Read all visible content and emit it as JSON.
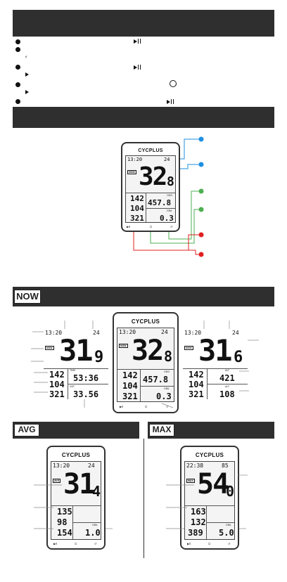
{
  "brand": "CYCPLUS",
  "modes": {
    "now": "NOW",
    "avg": "AVG",
    "max": "MAX"
  },
  "colors": {
    "bar": "#2f2f2f",
    "blue": "#1e8fe0",
    "green": "#4caf50",
    "red": "#e02020"
  },
  "main_device": {
    "time": "13:20",
    "battery": "24",
    "speed_int": "32",
    "speed_dec": "8",
    "hr": "142",
    "cad": "104",
    "pwr": "321",
    "odo_label": "ODO",
    "odo": "457.8",
    "gra_label": "GRA",
    "gra": "0.3",
    "mode": "NOW"
  },
  "now_left": {
    "time": "13:20",
    "battery": "24",
    "speed_int": "31",
    "speed_dec": "9",
    "hr": "142",
    "cad": "104",
    "pwr": "321",
    "time_label": "TIME",
    "ride_time": "53:36",
    "dst_label": "DST",
    "dst": "33.56",
    "mode": "NOW"
  },
  "now_right": {
    "time": "13:20",
    "battery": "24",
    "speed_int": "31",
    "speed_dec": "6",
    "hr": "142",
    "cad": "104",
    "pwr": "321",
    "alt_label": "ALT",
    "alt": "421",
    "alt2_label": "ALT",
    "alt2": "108",
    "mode": "NOW"
  },
  "avg_device": {
    "time": "13:20",
    "battery": "24",
    "speed_int": "31",
    "speed_dec": "4",
    "hr": "135",
    "cad": "98",
    "pwr": "154",
    "gra_label": "GRA",
    "gra": "1.0",
    "mode": "AVG"
  },
  "max_device": {
    "time": "22:38",
    "battery": "85",
    "speed_int": "54",
    "speed_dec": "0",
    "hr": "163",
    "cad": "132",
    "pwr": "389",
    "gra_label": "GRA",
    "gra": "5.0",
    "mode": "MAX"
  }
}
